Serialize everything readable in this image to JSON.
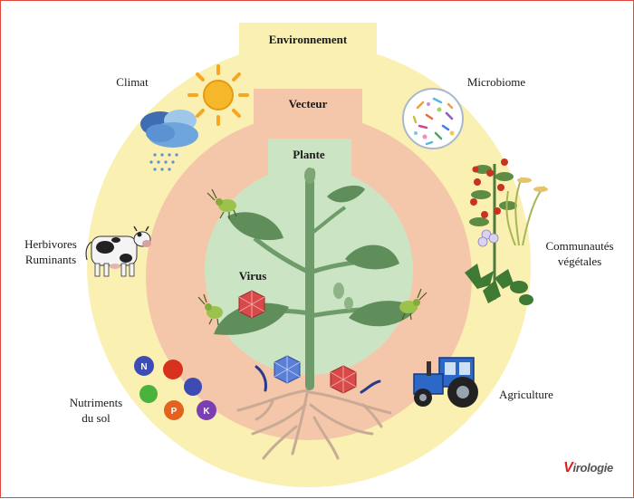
{
  "labels": {
    "environment": "Environnement",
    "vector": "Vecteur",
    "plant": "Plante",
    "virus": "Virus",
    "climate": "Climat",
    "microbiome": "Microbiome",
    "herbivores_line1": "Herbivores",
    "herbivores_line2": "Ruminants",
    "plant_communities_line1": "Communautés",
    "plant_communities_line2": "végétales",
    "soil_nutrients_line1": "Nutriments",
    "soil_nutrients_line2": "du sol",
    "agriculture": "Agriculture"
  },
  "nutrient_letters": {
    "n": "N",
    "p": "P",
    "k": "K"
  },
  "logo": {
    "first": "V",
    "rest": "irologie"
  },
  "colors": {
    "environment_fill": "#f9f0b2",
    "vector_fill": "#f5c7aa",
    "plant_fill": "#cbe5c4",
    "stem": "#6f9a6a",
    "virus_red": "#d84a4a",
    "virus_blue": "#5a7fd6",
    "tractor": "#2c68c8",
    "border": "#e0483c"
  },
  "icons": [
    "sun-icon",
    "rain-cloud-icon",
    "microbiome-dish-icon",
    "cow-icon",
    "plants-icon",
    "tractor-icon",
    "nutrient-balls-icon",
    "aphid-icon",
    "virus-particle-icon",
    "roots-icon"
  ]
}
